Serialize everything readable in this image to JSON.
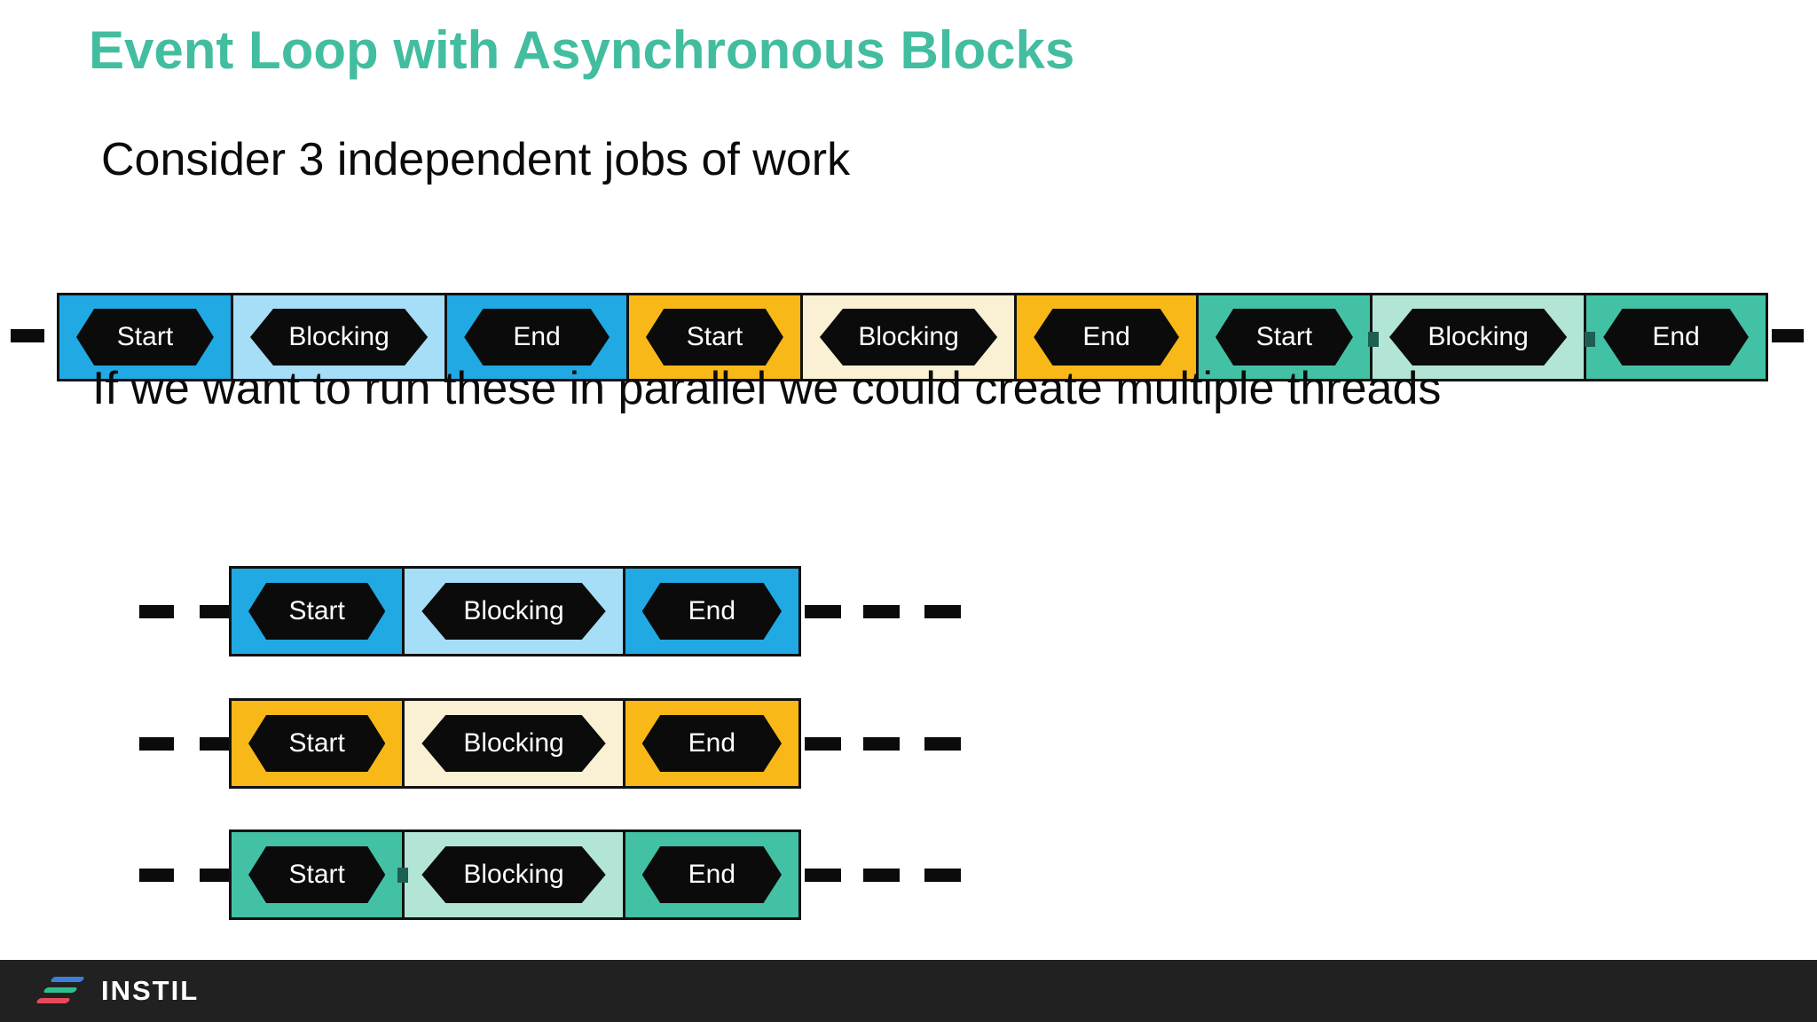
{
  "slide": {
    "title": "Event Loop with Asynchronous Blocks",
    "subtitle_1": "Consider 3 independent jobs of work",
    "subtitle_2": "If we want to run these in parallel we could create multiple threads"
  },
  "palette": {
    "title_teal": "#43BD9F",
    "blue": "#21A9E3",
    "blue_light": "#A5DEF6",
    "orange": "#F8B817",
    "orange_light": "#FAF0D3",
    "teal": "#43C1A5",
    "teal_light": "#B2E5D6",
    "block_black": "#0B0B0B",
    "footer_bg": "#212121",
    "logo_blue": "#3E7EDB",
    "logo_green": "#2FBE8F",
    "logo_red": "#E8495B"
  },
  "timeline": {
    "jobs": [
      {
        "name": "job-1-blue",
        "segments": [
          {
            "label": "Start"
          },
          {
            "label": "Blocking"
          },
          {
            "label": "End"
          }
        ]
      },
      {
        "name": "job-2-orange",
        "segments": [
          {
            "label": "Start"
          },
          {
            "label": "Blocking"
          },
          {
            "label": "End"
          }
        ]
      },
      {
        "name": "job-3-teal",
        "segments": [
          {
            "label": "Start"
          },
          {
            "label": "Blocking"
          },
          {
            "label": "End"
          }
        ]
      }
    ]
  },
  "threads": {
    "rows": [
      {
        "name": "thread-1-blue",
        "segments": [
          "Start",
          "Blocking",
          "End"
        ]
      },
      {
        "name": "thread-2-orange",
        "segments": [
          "Start",
          "Blocking",
          "End"
        ]
      },
      {
        "name": "thread-3-teal",
        "segments": [
          "Start",
          "Blocking",
          "End"
        ]
      }
    ]
  },
  "footer": {
    "brand": "INSTIL"
  }
}
